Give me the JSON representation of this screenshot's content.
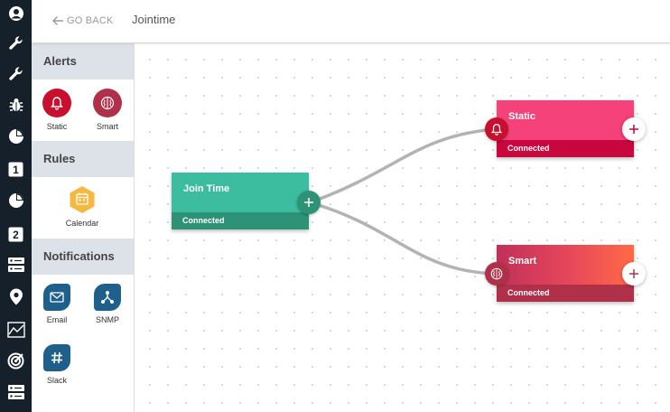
{
  "header": {
    "go_back_label": "GO BACK",
    "title": "Jointime"
  },
  "sidebar": {
    "items": [
      {
        "icon": "user-icon"
      },
      {
        "icon": "wrench-icon"
      },
      {
        "icon": "wrench-icon"
      },
      {
        "icon": "bug-icon"
      },
      {
        "icon": "pie-chart-icon"
      },
      {
        "icon": "number-1-icon",
        "text": "1"
      },
      {
        "icon": "pie-chart-icon"
      },
      {
        "icon": "number-2-icon",
        "text": "2"
      },
      {
        "icon": "server-icon"
      },
      {
        "icon": "location-pin-icon"
      },
      {
        "icon": "area-chart-icon"
      },
      {
        "icon": "radar-icon"
      },
      {
        "icon": "server-icon"
      }
    ]
  },
  "palette": {
    "sections": [
      {
        "title": "Alerts",
        "items": [
          {
            "label": "Static",
            "icon": "bell-icon",
            "color": "#c8102e"
          },
          {
            "label": "Smart",
            "icon": "brain-icon",
            "color": "#b0304a"
          }
        ]
      },
      {
        "title": "Rules",
        "items": [
          {
            "label": "Calendar",
            "icon": "calendar-icon",
            "color": "#f5b841"
          }
        ]
      },
      {
        "title": "Notifications",
        "items": [
          {
            "label": "Email",
            "icon": "envelope-icon",
            "color": "#1e5f8b"
          },
          {
            "label": "SNMP",
            "icon": "network-icon",
            "color": "#1e5f8b"
          },
          {
            "label": "Slack",
            "icon": "hashtag-icon",
            "color": "#1e5f8b"
          }
        ]
      }
    ]
  },
  "nodes": [
    {
      "id": "join-time",
      "title": "Join Time",
      "status": "Connected",
      "head_color": "#3dbd9f",
      "status_color": "#2e9276"
    },
    {
      "id": "static",
      "title": "Static",
      "status": "Connected",
      "head_color": "#f5427b",
      "status_color": "#c8073f"
    },
    {
      "id": "smart",
      "title": "Smart",
      "status": "Connected",
      "head_color": "#c0305a",
      "head_color_end": "#ff6a45",
      "status_color": "#b0304a"
    }
  ],
  "colors": {
    "rail": "#15202b",
    "link": "#b3b3b3"
  }
}
